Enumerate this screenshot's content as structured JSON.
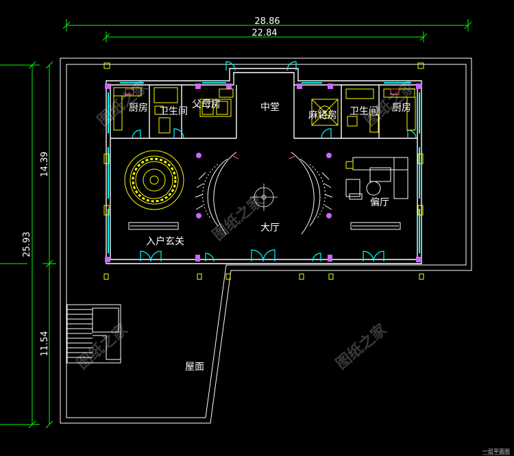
{
  "dimensions": {
    "overall_width": "28.86",
    "inner_width": "22.84",
    "total_depth": "25.93",
    "upper_depth": "14.39",
    "lower_depth": "11.54"
  },
  "rooms": {
    "kitchen_left": "厨房",
    "bathroom_left": "卫生间",
    "parents_room": "父母房",
    "main_hall": "中堂",
    "mahjong_room": "麻将房",
    "bathroom_right": "卫生间",
    "kitchen_right": "厨房",
    "side_hall": "偏厅",
    "lobby": "大厅",
    "entrance_foyer": "入户玄关",
    "roof": "屋面"
  },
  "drawing_title": "一层平面图",
  "watermark": "图纸之家",
  "colors": {
    "background": "#000000",
    "dimension_lines": "#00ff00",
    "walls": "#ffffff",
    "windows": "#00ffff",
    "columns": "#cc66ff",
    "furniture": "#ffff00",
    "stairs": "#ff6666"
  }
}
